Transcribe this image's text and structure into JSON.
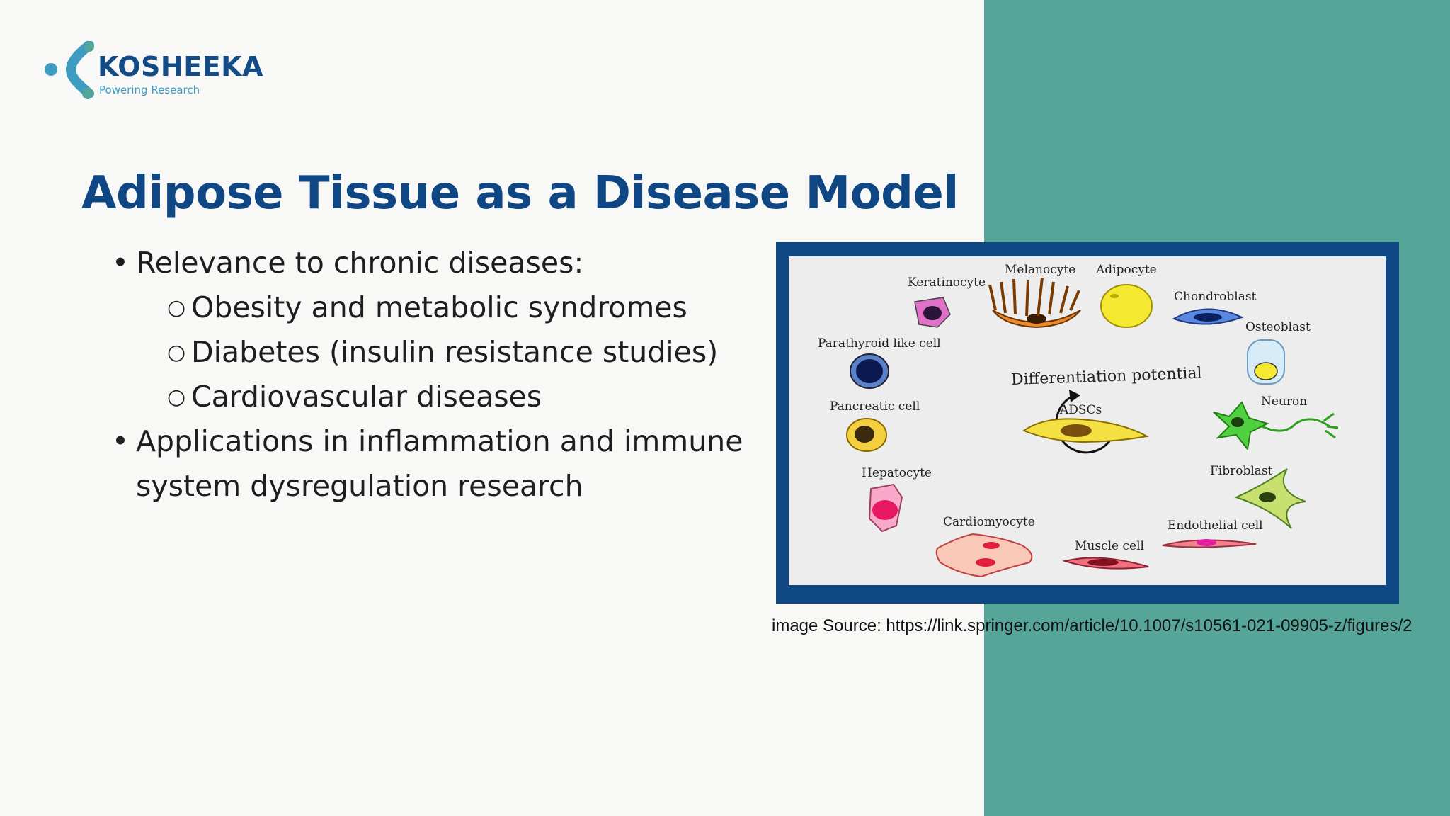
{
  "logo": {
    "name": "KOSHEEKA",
    "tagline": "Powering Research"
  },
  "title": "Adipose Tissue as a Disease Model",
  "bullets": [
    {
      "text": "Relevance to chronic diseases:",
      "sub": [
        "Obesity and metabolic syndromes",
        "Diabetes (insulin resistance studies)",
        "Cardiovascular diseases"
      ]
    },
    {
      "lines": [
        "Applications in inflammation and immune",
        "system dysregulation research"
      ]
    }
  ],
  "figure": {
    "center_title": "Differentiation potential",
    "center_label": "ADSCs",
    "cells": [
      "Keratinocyte",
      "Melanocyte",
      "Adipocyte",
      "Chondroblast",
      "Osteoblast",
      "Parathyroid like cell",
      "Pancreatic cell",
      "Neuron",
      "Fibroblast",
      "Hepatocyte",
      "Cardiomyocyte",
      "Muscle cell",
      "Endothelial cell"
    ]
  },
  "caption": "image Source: https://link.springer.com/article/10.1007/s10561-021-09905-z/figures/2",
  "colors": {
    "brand_blue": "#0f4785",
    "teal": "#56a599",
    "background": "#f8f8f6"
  }
}
